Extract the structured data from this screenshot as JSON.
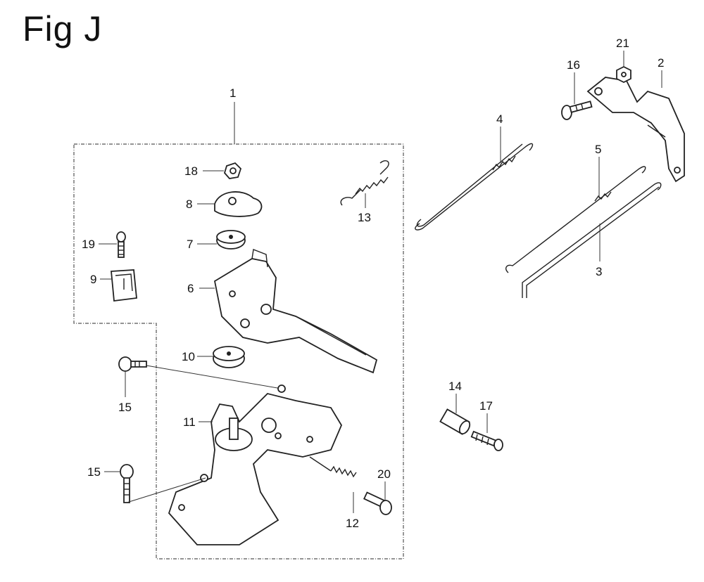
{
  "figure": {
    "title": "Fig J"
  },
  "callouts": {
    "p1": "1",
    "p2": "2",
    "p3": "3",
    "p4": "4",
    "p5": "5",
    "p6": "6",
    "p7": "7",
    "p8": "8",
    "p9": "9",
    "p10": "10",
    "p11": "11",
    "p12": "12",
    "p13": "13",
    "p14": "14",
    "p15a": "15",
    "p15b": "15",
    "p16": "16",
    "p17": "17",
    "p18": "18",
    "p19": "19",
    "p20": "20",
    "p21": "21"
  }
}
